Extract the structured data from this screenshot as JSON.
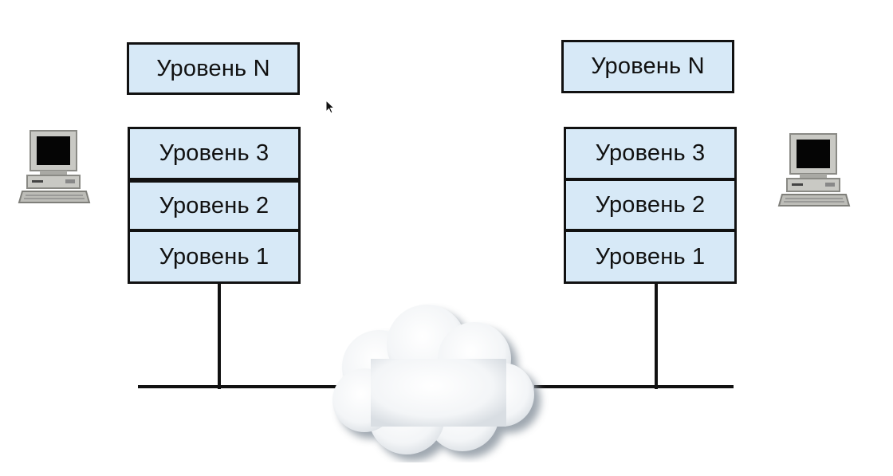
{
  "colors": {
    "layer_fill": "#d7e9f7",
    "line": "#111111",
    "cloud_fill": "#ffffff",
    "cloud_shadow": "#9ca6b0"
  },
  "left_host": {
    "icon": "desktop-computer-icon",
    "top_layer": "Уровень N",
    "layers": [
      "Уровень 3",
      "Уровень 2",
      "Уровень 1"
    ]
  },
  "right_host": {
    "icon": "desktop-computer-icon",
    "top_layer": "Уровень N",
    "layers": [
      "Уровень 3",
      "Уровень 2",
      "Уровень 1"
    ]
  },
  "network": {
    "icon": "cloud-icon"
  }
}
